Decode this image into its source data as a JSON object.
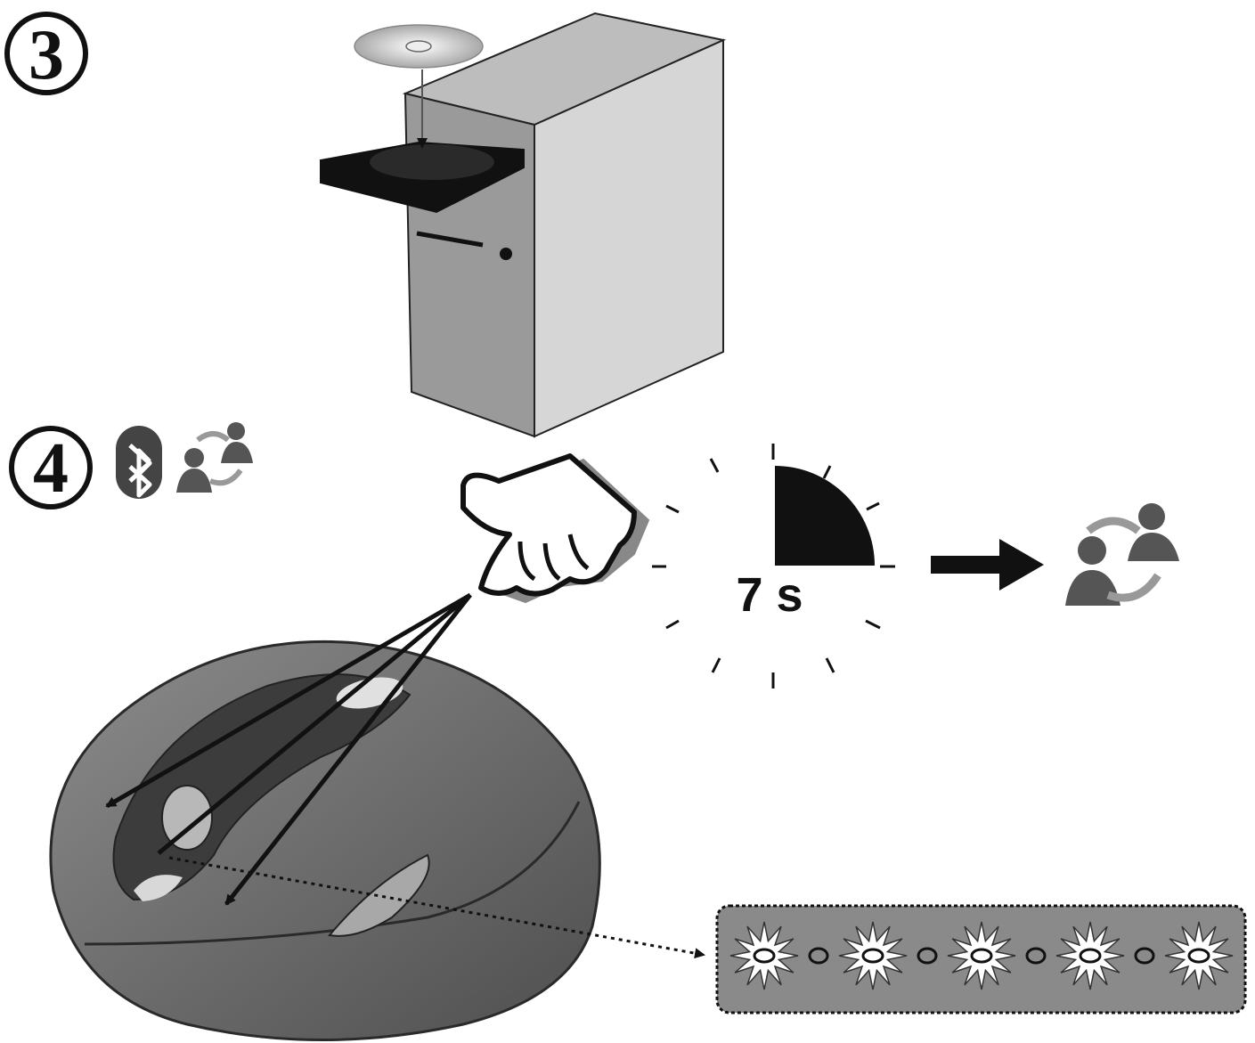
{
  "steps": [
    {
      "number": "3",
      "description_icons": []
    },
    {
      "number": "4",
      "description_icons": [
        "bluetooth-icon",
        "connection-users-icon"
      ]
    }
  ],
  "timer": {
    "label": "7 s"
  },
  "colors": {
    "ink": "#111111",
    "mouse_body": "#6f6f6f",
    "mouse_shadow": "#3c3c3c",
    "tower_front": "#9a9a9a",
    "tower_side": "#d2d2d2",
    "led_panel": "#8a8a8a",
    "flash": "#ffffff"
  },
  "led_panel": {
    "flash_count": 5
  }
}
